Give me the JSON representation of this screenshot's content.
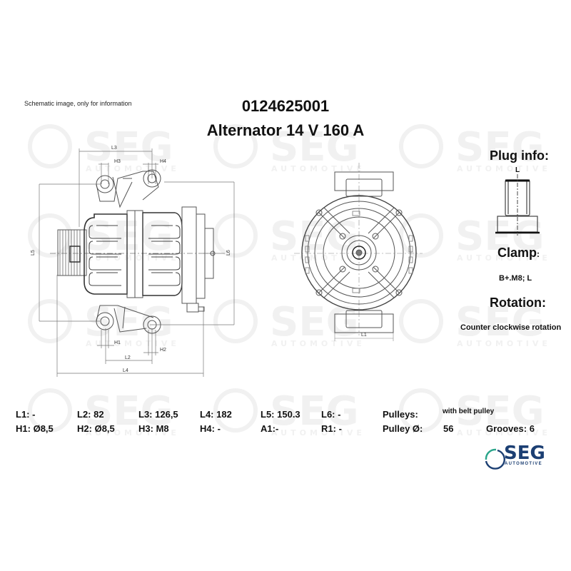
{
  "header": {
    "disclaimer": "Schematic image, only for information",
    "part_number": "0124625001",
    "title": "Alternator 14 V 160 A"
  },
  "side_panel": {
    "plug_info_label": "Plug info:",
    "plug_terminal_label": "L",
    "clamp_label": "Clamp",
    "clamp_colon": ":",
    "clamp_value": "B+.M8; L",
    "rotation_label": "Rotation:",
    "rotation_value": "Counter clockwise rotation"
  },
  "drawing": {
    "side_view_labels": {
      "L2": "L2",
      "L3": "L3",
      "L4": "L4",
      "L5": "L5",
      "L6": "L6",
      "H1": "H1",
      "H2": "H2",
      "H3": "H3",
      "H4": "H4"
    },
    "front_view_labels": {
      "L1": "L1"
    },
    "watermark": {
      "brand": "SEG",
      "sub": "AUTOMOTIVE"
    }
  },
  "specs": {
    "row1": [
      {
        "label": "L1:",
        "value": "-"
      },
      {
        "label": "L2:",
        "value": "82"
      },
      {
        "label": "L3:",
        "value": "126,5"
      },
      {
        "label": "L4:",
        "value": "182"
      },
      {
        "label": "L5:",
        "value": "150.3"
      },
      {
        "label": "L6:",
        "value": "-"
      }
    ],
    "row2": [
      {
        "label": "H1:",
        "value": "Ø8,5"
      },
      {
        "label": "H2:",
        "value": "Ø8,5"
      },
      {
        "label": "H3:",
        "value": "M8"
      },
      {
        "label": "H4:",
        "value": "-"
      },
      {
        "label": "A1:",
        "value": "-"
      },
      {
        "label": "R1:",
        "value": "-"
      }
    ],
    "pulleys_label": "Pulleys:",
    "pulleys_value": "with belt pulley",
    "pulley_dia_label": "Pulley Ø:",
    "pulley_dia_value": "56",
    "grooves_label": "Grooves:",
    "grooves_value": "6"
  },
  "logo": {
    "brand": "SEG",
    "sub": "AUTOMOTIVE",
    "colors": {
      "navy": "#1c3f73",
      "green": "#2aa58a"
    }
  }
}
